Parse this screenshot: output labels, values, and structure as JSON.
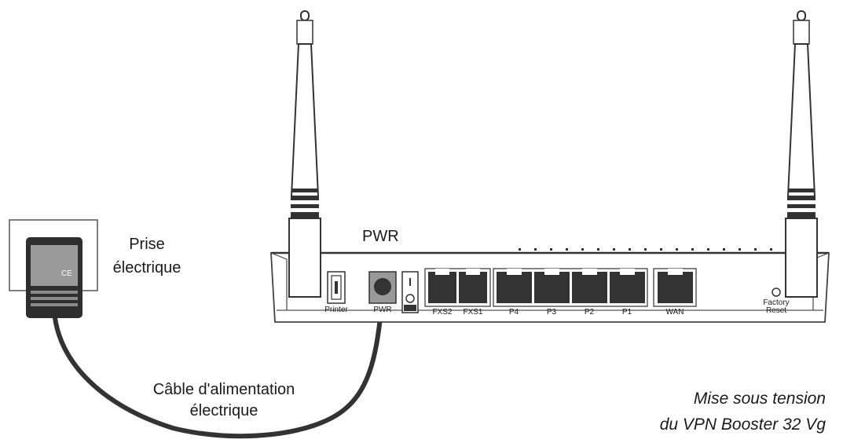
{
  "labels": {
    "pwr_top": "PWR",
    "prise_line1": "Prise",
    "prise_line2": "électrique",
    "ce_mark": "CE",
    "cable_line1": "Câble d'alimentation",
    "cable_line2": "électrique",
    "caption_line1": "Mise sous tension",
    "caption_line2": "du VPN Booster 32 Vg"
  },
  "ports": {
    "printer": "Printer",
    "pwr": "PWR",
    "fxs2": "FXS2",
    "fxs1": "FXS1",
    "p4": "P4",
    "p3": "P3",
    "p2": "P2",
    "p1": "P1",
    "wan": "WAN",
    "factory_line1": "Factory",
    "factory_line2": "Reset"
  },
  "switch": {
    "on_symbol": "I",
    "off_symbol": "O"
  }
}
